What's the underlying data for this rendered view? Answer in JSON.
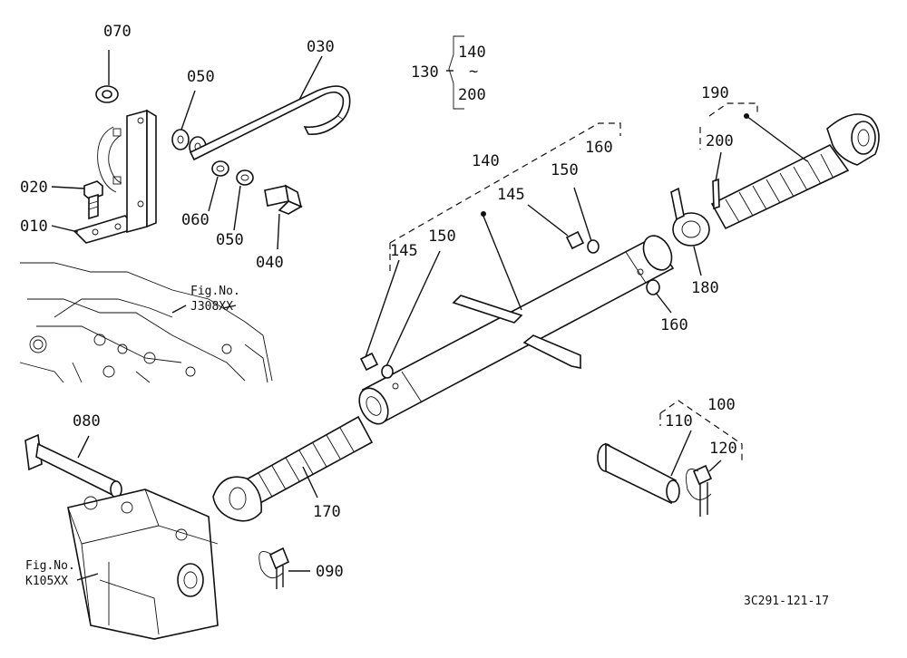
{
  "callouts": {
    "c010": "010",
    "c020": "020",
    "c030": "030",
    "c040": "040",
    "c050a": "050",
    "c050b": "050",
    "c060": "060",
    "c070": "070",
    "c080": "080",
    "c090": "090",
    "c100": "100",
    "c110": "110",
    "c120": "120",
    "c130": "130",
    "c140a": "140",
    "c140b": "140",
    "c145a": "145",
    "c145b": "145",
    "c150a": "150",
    "c150b": "150",
    "c160a": "160",
    "c160b": "160",
    "c170": "170",
    "c180": "180",
    "c190": "190",
    "c200a": "200",
    "c200b": "200",
    "range_tilde": "~"
  },
  "figure_refs": {
    "ref1_label": "Fig.No.",
    "ref1_code": "J308XX",
    "ref2_label": "Fig.No.",
    "ref2_code": "K105XX"
  },
  "drawing_code": "3C291-121-17"
}
